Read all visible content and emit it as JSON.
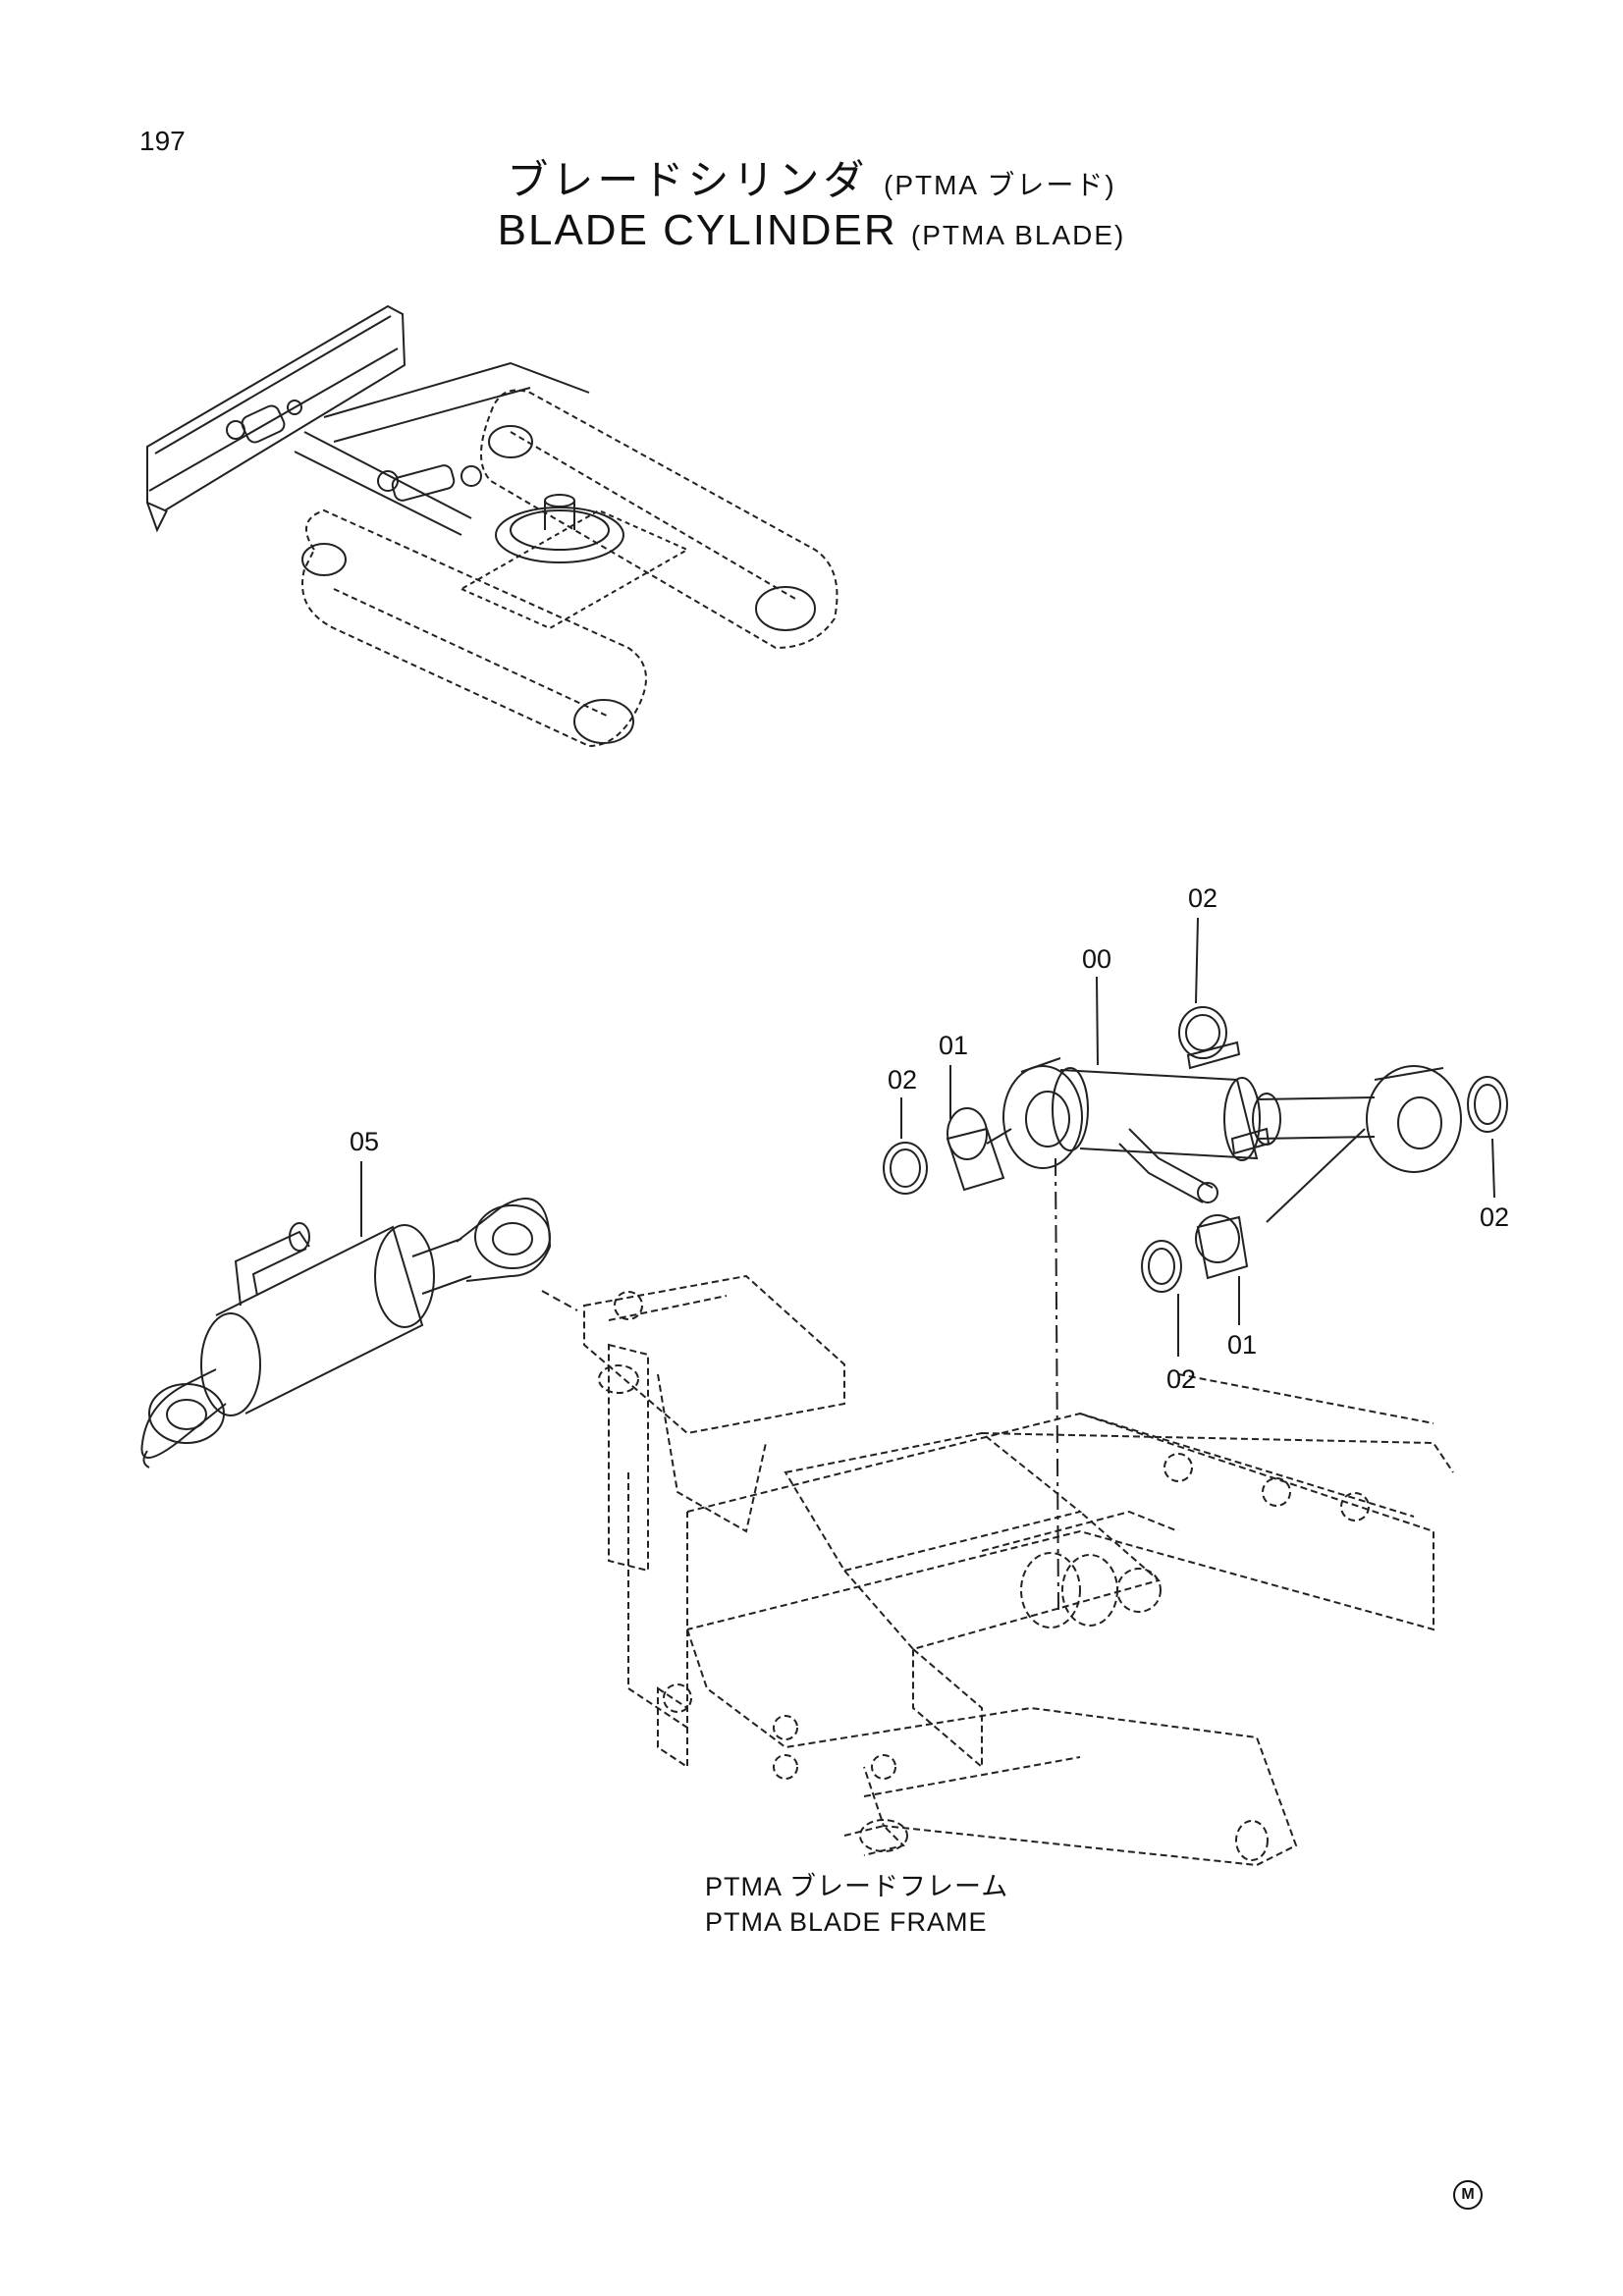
{
  "page_number": "197",
  "title_jp": "ブレードシリンダ",
  "title_jp_sub": "(PTMA ブレード)",
  "title_en": "BLADE CYLINDER",
  "title_en_sub": "(PTMA BLADE)",
  "callouts": [
    "02",
    "00",
    "01",
    "02",
    "05",
    "02",
    "01",
    "02"
  ],
  "frame_caption": {
    "jp": "PTMA ブレードフレーム",
    "en": "PTMA BLADE FRAME"
  },
  "mark": "M"
}
